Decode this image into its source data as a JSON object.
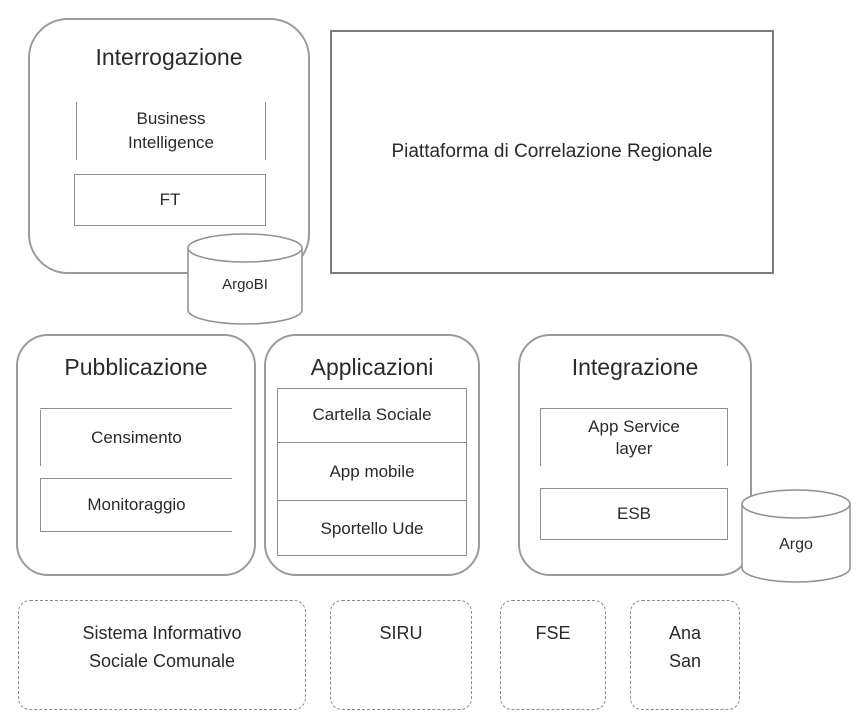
{
  "interrogazione": {
    "title": "Interrogazione",
    "business_intelligence": "Business Intelligence",
    "ft": "FT",
    "db": "ArgoBI"
  },
  "piattaforma": {
    "label": "Piattaforma di Correlazione Regionale"
  },
  "pubblicazione": {
    "title": "Pubblicazione",
    "items": [
      "Censimento",
      "Monitoraggio"
    ]
  },
  "applicazioni": {
    "title": "Applicazioni",
    "items": [
      "Cartella Sociale",
      "App mobile",
      "Sportello Ude"
    ]
  },
  "integrazione": {
    "title": "Integrazione",
    "app_service": "App Service layer",
    "esb": "ESB",
    "db": "Argo"
  },
  "external_systems": [
    "Sistema Informativo Sociale Comunale",
    "SIRU",
    "FSE",
    "Ana San"
  ]
}
